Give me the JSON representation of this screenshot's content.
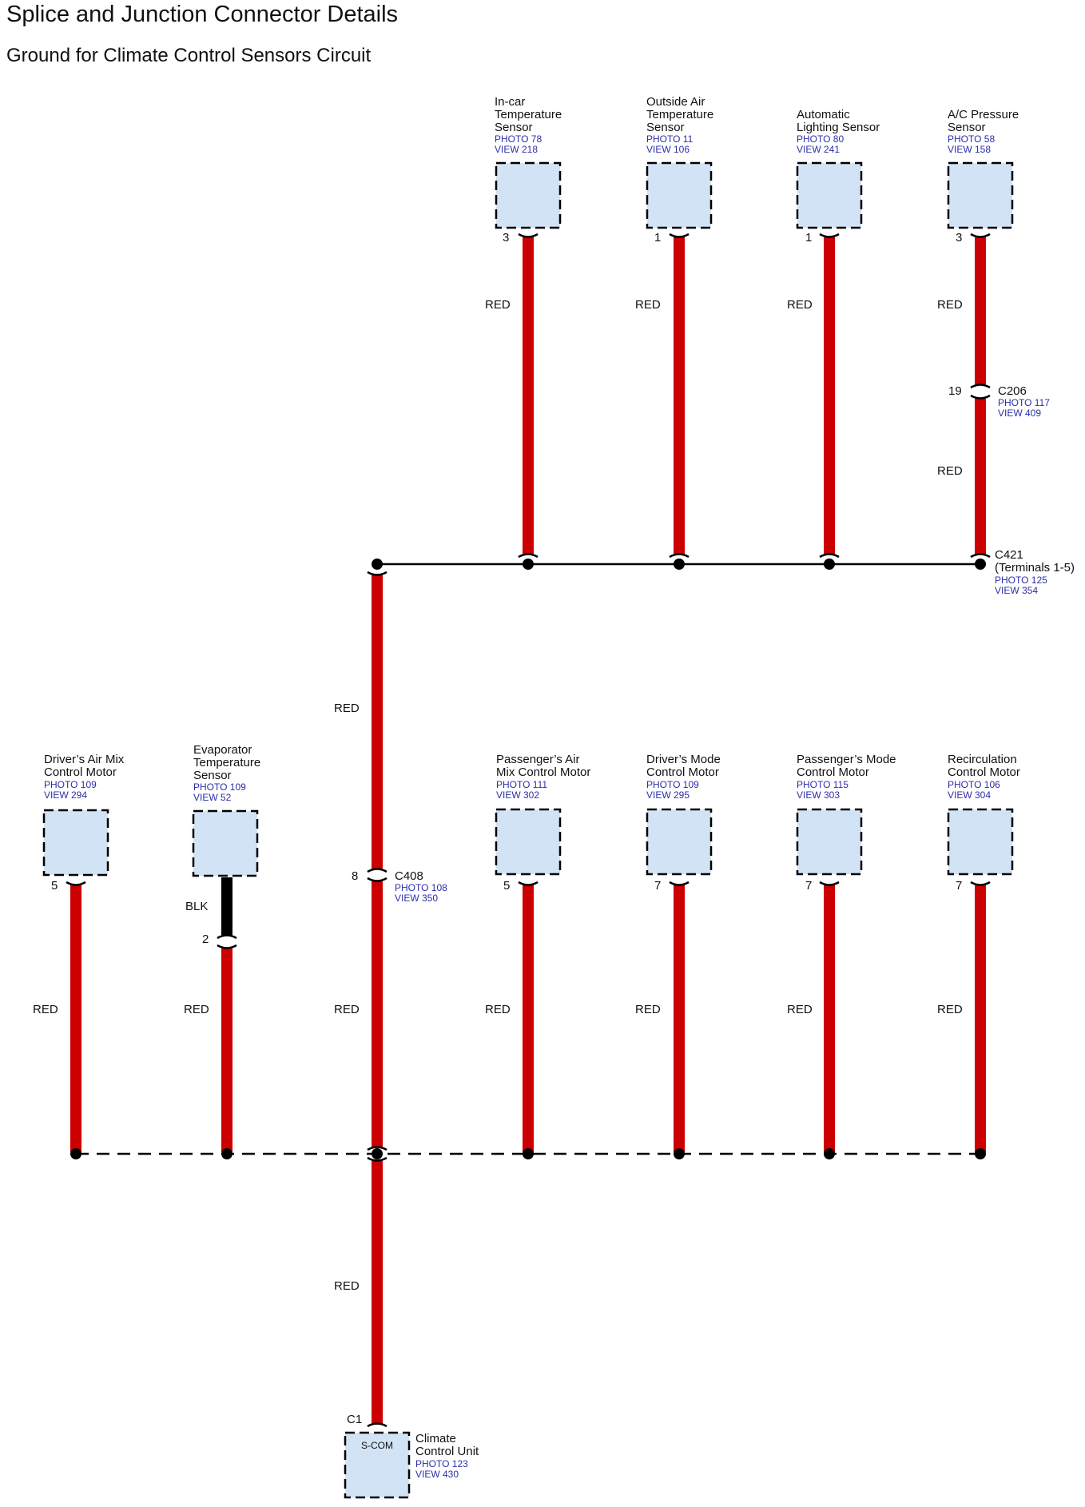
{
  "title": "Splice and Junction Connector Details",
  "subtitle": "Ground for Climate Control Sensors Circuit",
  "colors": {
    "wire_red": "#cc0000",
    "wire_black": "#000000",
    "component_fill": "#d2e3f5",
    "ref_blue": "#2b2fa8"
  },
  "top_components": [
    {
      "name": [
        "In-car",
        "Temperature",
        "Sensor"
      ],
      "photo": "PHOTO 78",
      "view": "VIEW 218",
      "pin": "3",
      "wire_color": "RED"
    },
    {
      "name": [
        "Outside Air",
        "Temperature",
        "Sensor"
      ],
      "photo": "PHOTO 11",
      "view": "VIEW 106",
      "pin": "1",
      "wire_color": "RED"
    },
    {
      "name": [
        "Automatic",
        "Lighting Sensor"
      ],
      "photo": "PHOTO 80",
      "view": "VIEW 241",
      "pin": "1",
      "wire_color": "RED"
    },
    {
      "name": [
        "A/C Pressure",
        "Sensor"
      ],
      "photo": "PHOTO 58",
      "view": "VIEW 158",
      "pin": "3",
      "wire_color": "RED"
    }
  ],
  "c206": {
    "id": "C206",
    "photo": "PHOTO 117",
    "view": "VIEW 409",
    "pin": "19",
    "wire_color": "RED"
  },
  "c421": {
    "id": "C421",
    "terminals": "(Terminals 1-5)",
    "photo": "PHOTO 125",
    "view": "VIEW 354"
  },
  "c408": {
    "id": "C408",
    "photo": "PHOTO 108",
    "view": "VIEW 350",
    "pin": "8",
    "wire_color_upper": "RED",
    "wire_color_lower": "RED"
  },
  "bottom_components": [
    {
      "name": [
        "Driver’s Air Mix",
        "Control Motor"
      ],
      "photo": "PHOTO 109",
      "view": "VIEW 294",
      "pin": "5",
      "wire_color": "RED"
    },
    {
      "name": [
        "Evaporator",
        "Temperature",
        "Sensor"
      ],
      "photo": "PHOTO 109",
      "view": "VIEW 52",
      "pin": "",
      "wire_color_upper": "BLK",
      "inline_pin": "2",
      "wire_color": "RED"
    },
    {
      "name": [
        "Passenger’s Air",
        "Mix Control Motor"
      ],
      "photo": "PHOTO 111",
      "view": "VIEW 302",
      "pin": "5",
      "wire_color": "RED"
    },
    {
      "name": [
        "Driver’s Mode",
        "Control Motor"
      ],
      "photo": "PHOTO 109",
      "view": "VIEW 295",
      "pin": "7",
      "wire_color": "RED"
    },
    {
      "name": [
        "Passenger’s Mode",
        "Control Motor"
      ],
      "photo": "PHOTO 115",
      "view": "VIEW 303",
      "pin": "7",
      "wire_color": "RED"
    },
    {
      "name": [
        "Recirculation",
        "Control Motor"
      ],
      "photo": "PHOTO 106",
      "view": "VIEW 304",
      "pin": "7",
      "wire_color": "RED"
    }
  ],
  "climate_unit": {
    "name": [
      "Climate",
      "Control Unit"
    ],
    "photo": "PHOTO 123",
    "view": "VIEW 430",
    "pin": "C1",
    "label": "S-COM",
    "wire_color": "RED"
  }
}
